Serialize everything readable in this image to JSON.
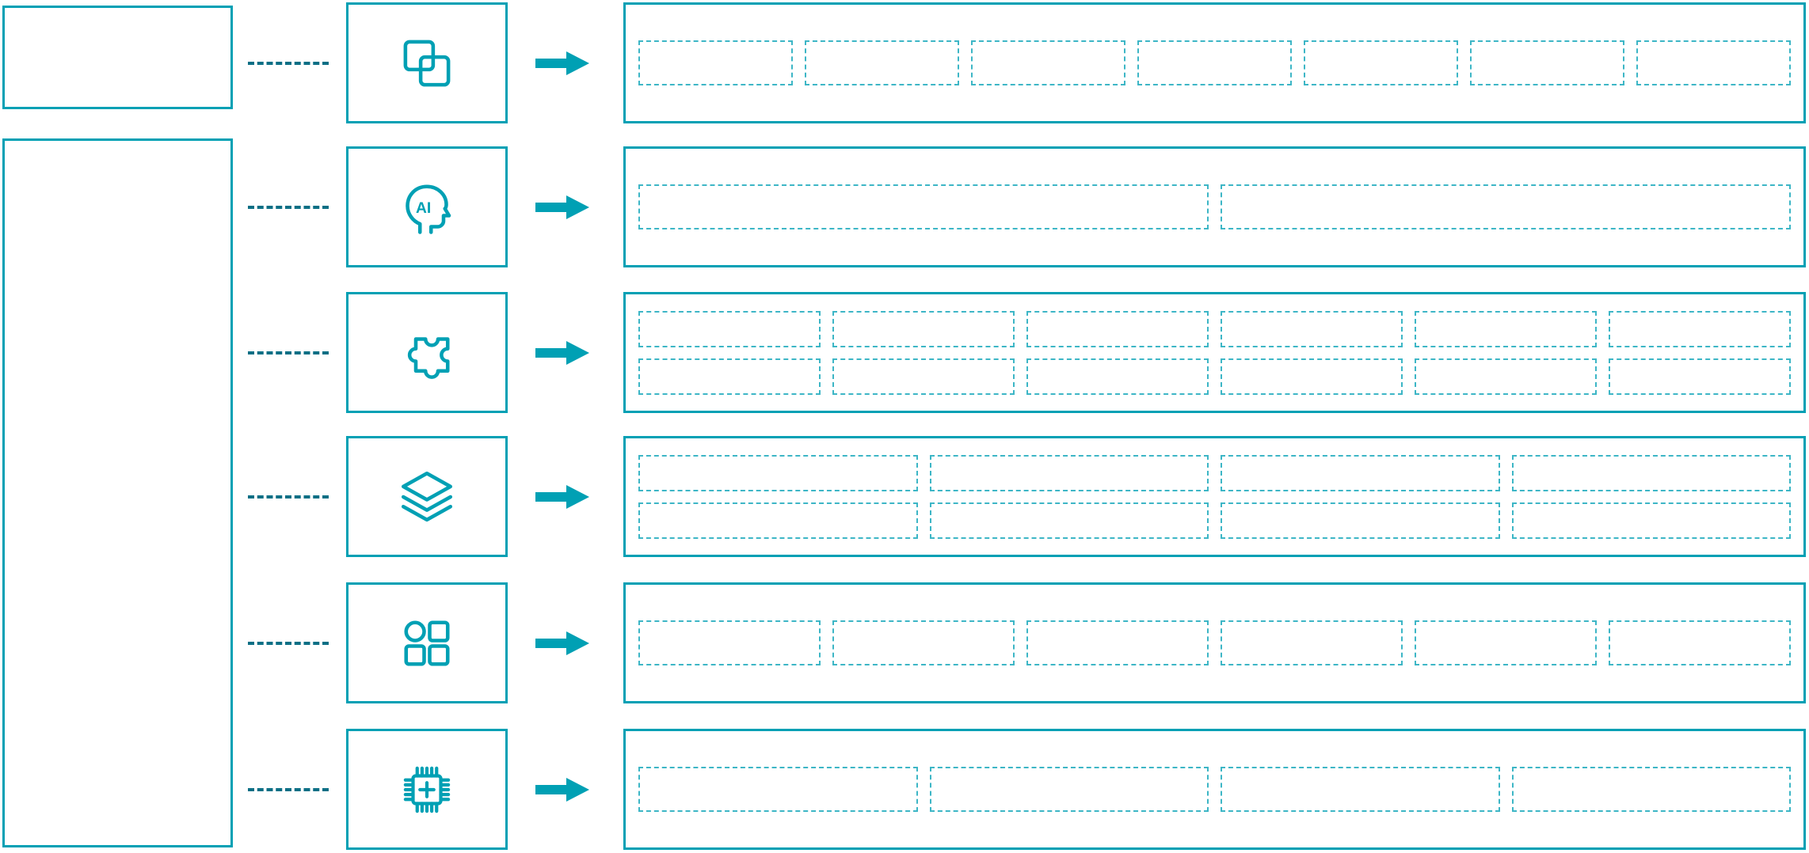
{
  "palette": {
    "primary": "#00a0b4",
    "slot_dashed": "#3db6c6",
    "connector": "#0b6f85",
    "background": "#ffffff"
  },
  "left_panel": {
    "top_box": {
      "label": ""
    },
    "main_box": {
      "label": ""
    }
  },
  "rows": [
    {
      "icon": "overlap-squares-icon",
      "slot_rows": [
        7
      ]
    },
    {
      "icon": "ai-head-icon",
      "slot_rows": [
        2
      ]
    },
    {
      "icon": "puzzle-piece-icon",
      "slot_rows": [
        6,
        6
      ]
    },
    {
      "icon": "layers-icon",
      "slot_rows": [
        4,
        4
      ]
    },
    {
      "icon": "app-grid-icon",
      "slot_rows": [
        6
      ]
    },
    {
      "icon": "chip-plus-icon",
      "slot_rows": [
        4
      ]
    }
  ]
}
